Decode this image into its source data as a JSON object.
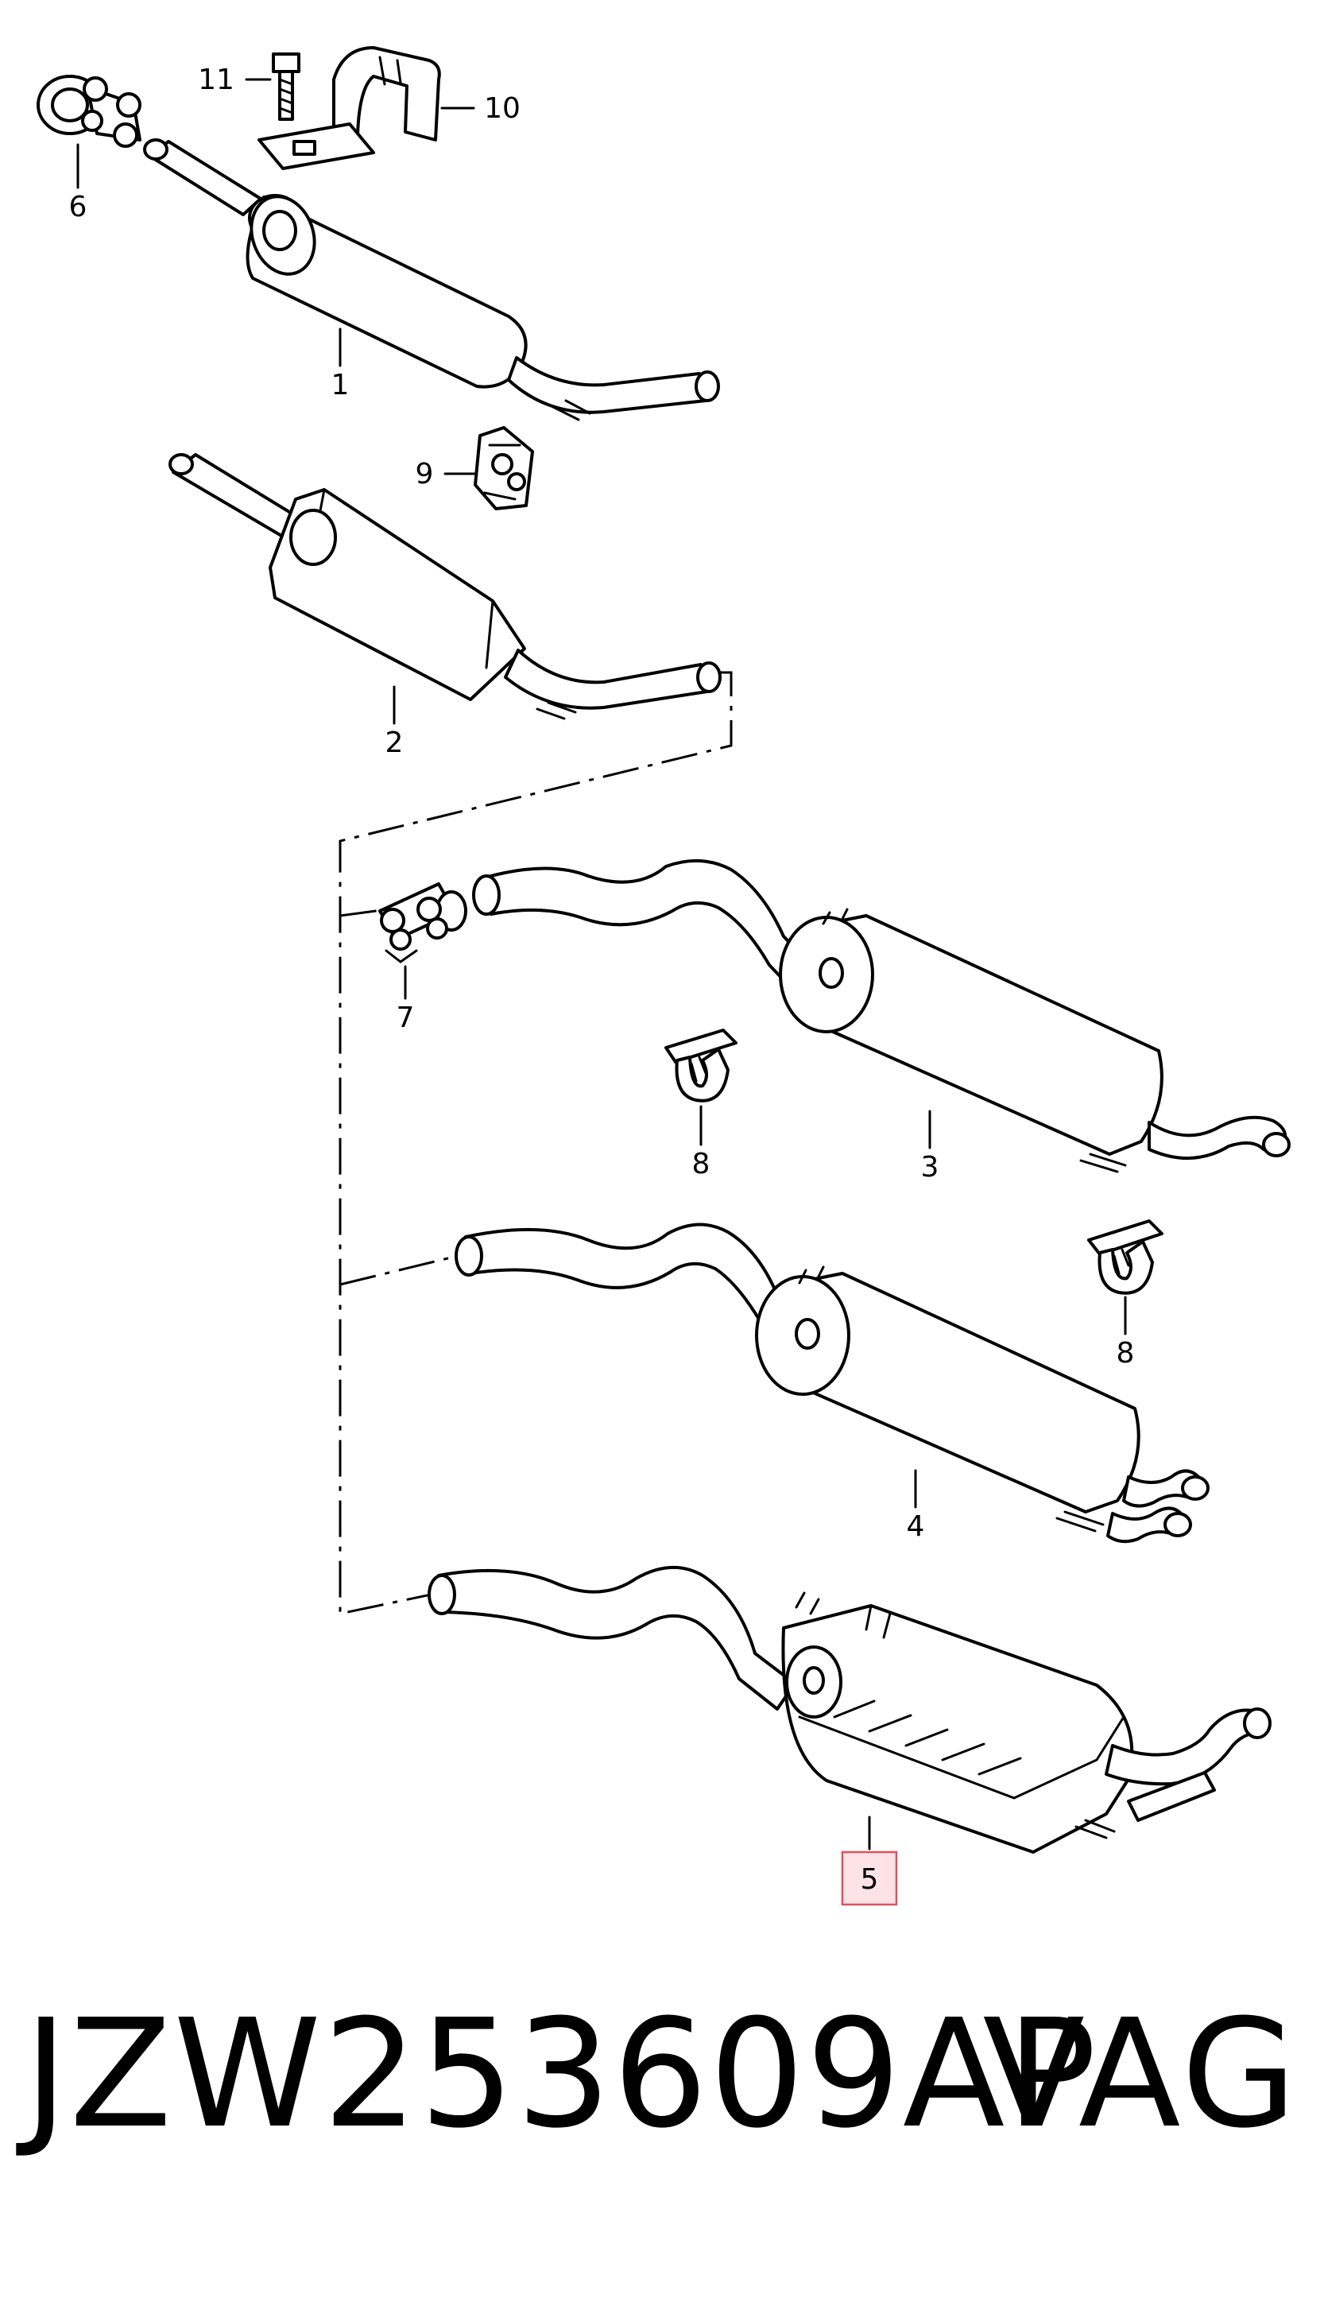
{
  "callouts": {
    "c1": "1",
    "c2": "2",
    "c3": "3",
    "c4": "4",
    "c5": "5",
    "c6": "6",
    "c7": "7",
    "c8a": "8",
    "c8b": "8",
    "c9": "9",
    "c10": "10",
    "c11": "11"
  },
  "highlight_color": "#e0505c",
  "footer": {
    "part_number": "JZW253609AP",
    "brand": "VAG"
  }
}
